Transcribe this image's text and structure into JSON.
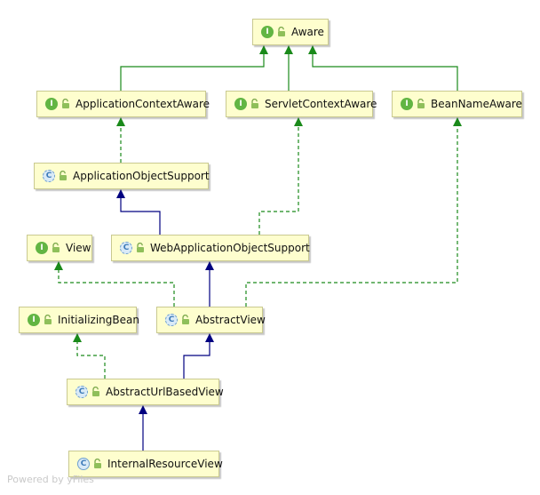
{
  "nodes": [
    {
      "id": "aware",
      "label": "Aware",
      "kind": "interface",
      "kind_glyph": "I"
    },
    {
      "id": "app-ctx-aware",
      "label": "ApplicationContextAware",
      "kind": "interface",
      "kind_glyph": "I"
    },
    {
      "id": "servlet-ctx-aware",
      "label": "ServletContextAware",
      "kind": "interface",
      "kind_glyph": "I"
    },
    {
      "id": "bean-name-aware",
      "label": "BeanNameAware",
      "kind": "interface",
      "kind_glyph": "I"
    },
    {
      "id": "app-obj-support",
      "label": "ApplicationObjectSupport",
      "kind": "abstract",
      "kind_glyph": "C"
    },
    {
      "id": "view",
      "label": "View",
      "kind": "interface",
      "kind_glyph": "I"
    },
    {
      "id": "web-app-obj-support",
      "label": "WebApplicationObjectSupport",
      "kind": "abstract",
      "kind_glyph": "C"
    },
    {
      "id": "initializing-bean",
      "label": "InitializingBean",
      "kind": "interface",
      "kind_glyph": "I"
    },
    {
      "id": "abstract-view",
      "label": "AbstractView",
      "kind": "abstract",
      "kind_glyph": "C"
    },
    {
      "id": "abstract-url-based-view",
      "label": "AbstractUrlBasedView",
      "kind": "abstract",
      "kind_glyph": "C"
    },
    {
      "id": "internal-resource-view",
      "label": "InternalResourceView",
      "kind": "class",
      "kind_glyph": "C"
    }
  ],
  "edges": [
    {
      "from": "app-ctx-aware",
      "to": "aware",
      "type": "extends-interface"
    },
    {
      "from": "servlet-ctx-aware",
      "to": "aware",
      "type": "extends-interface"
    },
    {
      "from": "bean-name-aware",
      "to": "aware",
      "type": "extends-interface"
    },
    {
      "from": "app-obj-support",
      "to": "app-ctx-aware",
      "type": "implements"
    },
    {
      "from": "web-app-obj-support",
      "to": "app-obj-support",
      "type": "extends-class"
    },
    {
      "from": "web-app-obj-support",
      "to": "servlet-ctx-aware",
      "type": "implements"
    },
    {
      "from": "abstract-view",
      "to": "view",
      "type": "implements"
    },
    {
      "from": "abstract-view",
      "to": "web-app-obj-support",
      "type": "extends-class"
    },
    {
      "from": "abstract-view",
      "to": "bean-name-aware",
      "type": "implements"
    },
    {
      "from": "abstract-url-based-view",
      "to": "initializing-bean",
      "type": "implements"
    },
    {
      "from": "abstract-url-based-view",
      "to": "abstract-view",
      "type": "extends-class"
    },
    {
      "from": "internal-resource-view",
      "to": "abstract-url-based-view",
      "type": "extends-class"
    }
  ],
  "colors": {
    "extends_interface": "#1a8a1a",
    "implements": "#1a8a1a",
    "extends_class": "#000080",
    "node_fill": "#fefece",
    "node_border": "#c9c990",
    "interface_icon": "#62b543",
    "class_icon": "#3c7ab8"
  },
  "watermark": "Powered by yFiles"
}
